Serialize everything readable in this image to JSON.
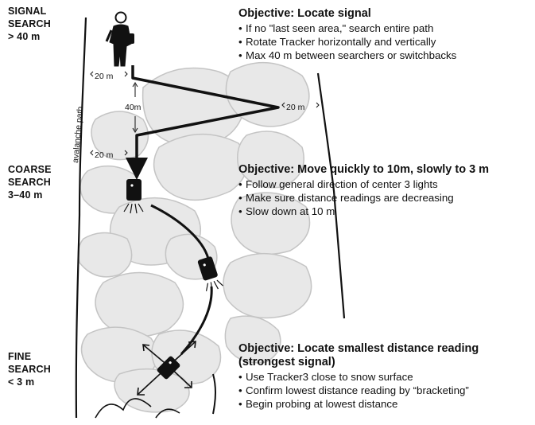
{
  "phases": [
    {
      "label": "SIGNAL\nSEARCH\n> 40 m",
      "objective_title": "Objective: Locate signal",
      "bullets": [
        "If no \"last seen area,\" search entire path",
        "Rotate Tracker horizontally and vertically",
        "Max 40 m between searchers or switchbacks"
      ]
    },
    {
      "label": "COARSE\nSEARCH\n3–40 m",
      "objective_title": "Objective: Move quickly to 10m, slowly to 3 m",
      "bullets": [
        "Follow general direction of center 3 lights",
        "Make sure distance readings are decreasing",
        "Slow down at 10 m"
      ]
    },
    {
      "label": "FINE\nSEARCH\n< 3 m",
      "objective_title": "Objective: Locate smallest distance reading (strongest signal)",
      "bullets": [
        "Use Tracker3 close to snow surface",
        "Confirm lowest distance reading by “bracketing”",
        "Begin probing at lowest distance"
      ]
    }
  ],
  "diagram": {
    "path_label": "avalanche path",
    "top_left_distance": "20 m",
    "right_distance": "20 m",
    "lower_left_distance": "20 m",
    "spacing_label": "40m"
  },
  "colors": {
    "ink": "#111111",
    "boulder_fill": "#e8e8e8",
    "boulder_stroke": "#c4c4c4"
  },
  "icons": {
    "searcher": "hiker-with-transceiver-icon",
    "transceiver": "transceiver-icon",
    "bracketing": "four-way-arrows-icon"
  }
}
